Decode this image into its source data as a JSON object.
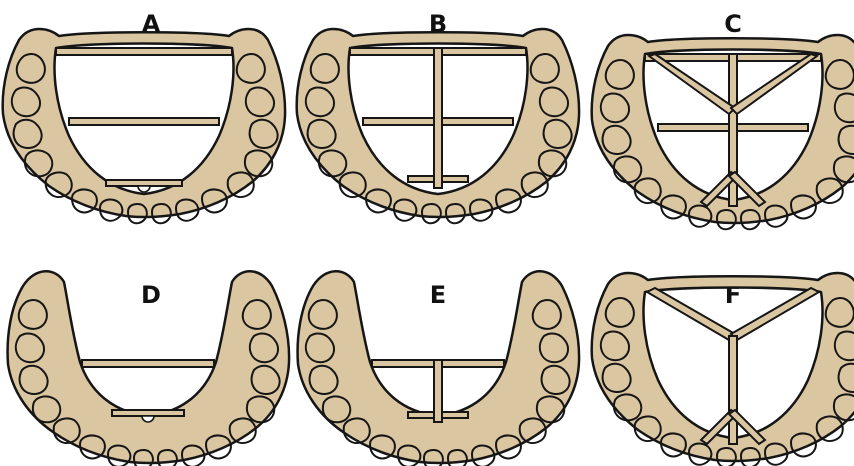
{
  "colors": {
    "model": "#dbc6a2",
    "outline": "#161616",
    "tooth_inner": "#cdb791",
    "background": "#ffffff"
  },
  "panels": [
    {
      "label": "A",
      "arch": "full",
      "bars": [
        "bar-posterior",
        "bar-middle",
        "bar-anterior-notched"
      ]
    },
    {
      "label": "B",
      "arch": "full",
      "bars": [
        "bar-posterior",
        "bar-middle",
        "bar-anterior",
        "bar-midline"
      ]
    },
    {
      "label": "C",
      "arch": "full",
      "bars": [
        "bar-posterior",
        "bar-middle",
        "bar-midline",
        "bars-diagonal-posterior",
        "bars-diagonal-anterior"
      ]
    },
    {
      "label": "D",
      "arch": "partial",
      "bars": [
        "bar-middle",
        "bar-anterior-notched"
      ]
    },
    {
      "label": "E",
      "arch": "partial",
      "bars": [
        "bar-middle",
        "bar-anterior",
        "bar-midline"
      ]
    },
    {
      "label": "F",
      "arch": "full",
      "bars": [
        "bars-y-posterior",
        "bar-midline",
        "bars-diagonal-anterior"
      ]
    }
  ]
}
